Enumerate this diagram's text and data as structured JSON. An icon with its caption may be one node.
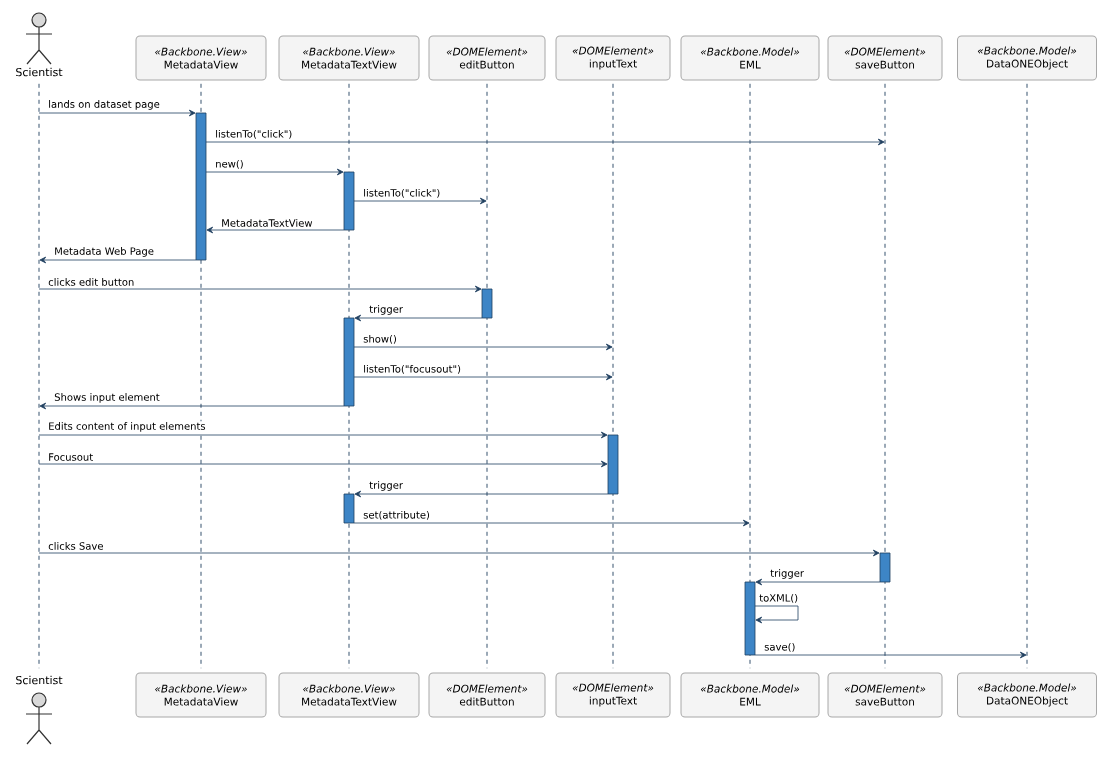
{
  "diagram": {
    "nodes": [
      {
        "text": [
          "Scientist"
        ]
      },
      {
        "text": [
          "«Backbone.View»",
          "MetadataView"
        ]
      },
      {
        "text": [
          "«Backbone.View»",
          "MetadataTextView"
        ]
      },
      {
        "text": [
          "«DOMElement»",
          "editButton"
        ]
      },
      {
        "text": [
          "«DOMElement»",
          "inputText"
        ]
      },
      {
        "text": [
          "«Backbone.Model»",
          "EML"
        ]
      },
      {
        "text": [
          "«DOMElement»",
          "saveButton"
        ]
      },
      {
        "text": [
          "«Backbone.Model»",
          "DataONEObject"
        ]
      },
      {
        "text": [
          "Scientist"
        ]
      },
      {
        "text": [
          "«Backbone.View»",
          "MetadataView"
        ]
      },
      {
        "text": [
          "«Backbone.View»",
          "MetadataTextView"
        ]
      },
      {
        "text": [
          "«DOMElement»",
          "editButton"
        ]
      },
      {
        "text": [
          "«DOMElement»",
          "inputText"
        ]
      },
      {
        "text": [
          "«Backbone.Model»",
          "EML"
        ]
      },
      {
        "text": [
          "«DOMElement»",
          "saveButton"
        ]
      },
      {
        "text": [
          "«Backbone.Model»",
          "DataONEObject"
        ]
      },
      {
        "text": [],
        "shape": "line"
      },
      {
        "text": [],
        "shape": "line"
      },
      {
        "text": [],
        "shape": "line"
      },
      {
        "text": [],
        "shape": "line"
      },
      {
        "text": [],
        "shape": "line"
      },
      {
        "text": [],
        "shape": "line"
      },
      {
        "text": [],
        "shape": "line"
      },
      {
        "text": [],
        "shape": "line"
      }
    ],
    "edges": [
      {
        "from": 16,
        "to": 17,
        "arrow": "to",
        "label": "lands on dataset page"
      },
      {
        "from": 17,
        "to": 22,
        "arrow": "to",
        "label": "listenTo(\"click\")"
      },
      {
        "from": 17,
        "to": 18,
        "arrow": "to",
        "label": "new()"
      },
      {
        "from": 18,
        "to": 19,
        "arrow": "to",
        "label": "listenTo(\"click\")"
      },
      {
        "from": 18,
        "to": 17,
        "arrow": "to",
        "label": "MetadataTextView"
      },
      {
        "from": 17,
        "to": 16,
        "arrow": "to",
        "label": "Metadata Web Page"
      },
      {
        "from": 16,
        "to": 19,
        "arrow": "to",
        "label": "clicks edit button"
      },
      {
        "from": 19,
        "to": 18,
        "arrow": "to",
        "label": "trigger"
      },
      {
        "from": 18,
        "to": 20,
        "arrow": "to",
        "label": "show()"
      },
      {
        "from": 18,
        "to": 20,
        "arrow": "to",
        "label": "listenTo(\"focusout\")"
      },
      {
        "from": 18,
        "to": 16,
        "arrow": "to",
        "label": "Shows input element"
      },
      {
        "from": 16,
        "to": 20,
        "arrow": "to",
        "label": "Edits content of input elements"
      },
      {
        "from": 16,
        "to": 20,
        "arrow": "to",
        "label": "Focusout"
      },
      {
        "from": 20,
        "to": 18,
        "arrow": "to",
        "label": "trigger"
      },
      {
        "from": 18,
        "to": 21,
        "arrow": "to",
        "label": "set(attribute)"
      },
      {
        "from": 16,
        "to": 22,
        "arrow": "to",
        "label": "clicks Save"
      },
      {
        "from": 22,
        "to": 21,
        "arrow": "to",
        "label": "trigger"
      },
      {
        "from": 21,
        "to": 21,
        "arrow": "to",
        "label": "toXML()"
      },
      {
        "from": 21,
        "to": 23,
        "arrow": "to",
        "label": "save()"
      }
    ]
  }
}
